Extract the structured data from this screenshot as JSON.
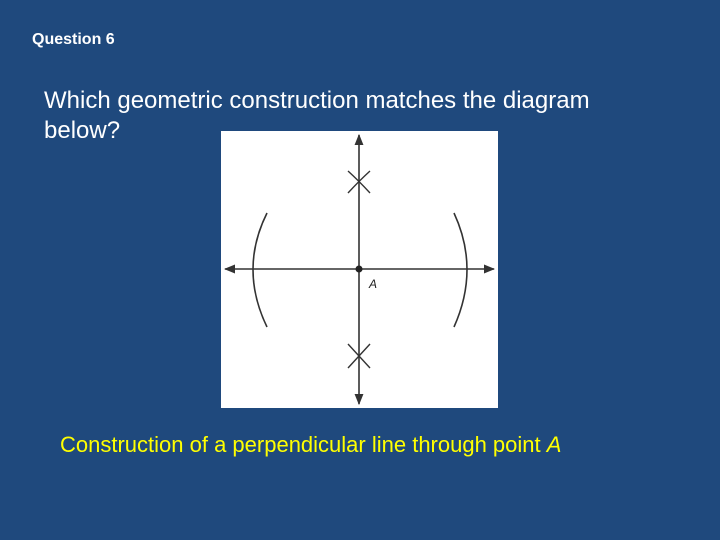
{
  "slide": {
    "question_label": "Question 6",
    "prompt": "Which geometric construction matches the diagram below?",
    "answer_text": "Construction of a perpendicular line through point",
    "answer_point": "A"
  },
  "diagram": {
    "point_label": "A"
  },
  "colors": {
    "background": "#1f497d",
    "text": "#ffffff",
    "answer": "#ffff00"
  }
}
